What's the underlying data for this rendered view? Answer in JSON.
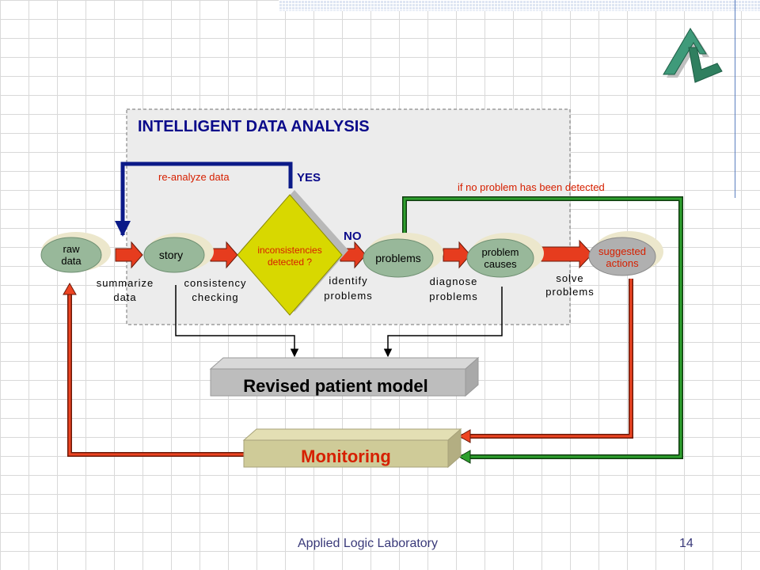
{
  "panel": {
    "title": "INTELLIGENT DATA ANALYSIS"
  },
  "nodes": {
    "raw_data": [
      "raw",
      "data"
    ],
    "story": "story",
    "decision": [
      "inconsistencies",
      "detected ?"
    ],
    "problems": "problems",
    "problem_causes": [
      "problem",
      "causes"
    ],
    "suggested_actions": [
      "suggested",
      "actions"
    ]
  },
  "steps": {
    "summarize": [
      "summarize",
      "data"
    ],
    "consistency": [
      "consistency",
      "checking"
    ],
    "identify": [
      "identify",
      "problems"
    ],
    "diagnose": [
      "diagnose",
      "problems"
    ],
    "solve": [
      "solve",
      "problems"
    ]
  },
  "labels": {
    "reanalyze": "re-analyze data",
    "yes": "YES",
    "no": "NO",
    "no_problem": "if no problem has been detected"
  },
  "boxes": {
    "revised": "Revised patient model",
    "monitoring": "Monitoring"
  },
  "footer": {
    "lab": "Applied Logic Laboratory",
    "page": "14"
  },
  "logo": {
    "text": "AL"
  },
  "colors": {
    "node_fill": "#98b89a",
    "node_shadow": "#ece7cc",
    "decision_fill": "#d8d800",
    "flow_arrow": "#e63c1e",
    "reanalyze_arrow": "#0b1a88",
    "no_problem_arrow": "#1f7a1f",
    "panel_bg": "#ececec",
    "revised_box": "#bdbdbd",
    "monitoring_box": "#cfcb98",
    "label_red": "#d62000"
  }
}
